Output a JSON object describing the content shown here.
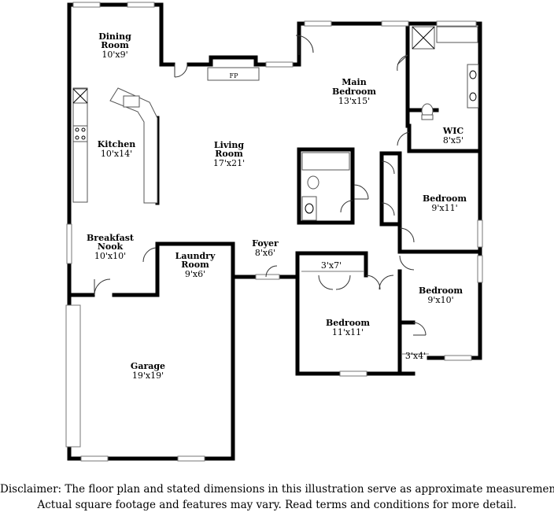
{
  "rooms": [
    {
      "id": "dining",
      "name_lines": [
        "Dining",
        "Room"
      ],
      "dims": "10'x9'"
    },
    {
      "id": "kitchen",
      "name_lines": [
        "Kitchen"
      ],
      "dims": "10'x14'"
    },
    {
      "id": "living",
      "name_lines": [
        "Living",
        "Room"
      ],
      "dims": "17'x21'"
    },
    {
      "id": "main-bedroom",
      "name_lines": [
        "Main",
        "Bedroom"
      ],
      "dims": "13'x15'"
    },
    {
      "id": "wic",
      "name_lines": [
        "WIC"
      ],
      "dims": "8'x5'"
    },
    {
      "id": "bedroom-2",
      "name_lines": [
        "Bedroom"
      ],
      "dims": "9'x11'"
    },
    {
      "id": "breakfast-nook",
      "name_lines": [
        "Breakfast",
        "Nook"
      ],
      "dims": "10'x10'"
    },
    {
      "id": "laundry",
      "name_lines": [
        "Laundry",
        "Room"
      ],
      "dims": "9'x6'"
    },
    {
      "id": "foyer",
      "name_lines": [
        "Foyer"
      ],
      "dims": "8'x6'"
    },
    {
      "id": "closet-a",
      "name_lines": [],
      "dims": "3'x7'"
    },
    {
      "id": "bedroom-3",
      "name_lines": [
        "Bedroom"
      ],
      "dims": "9'x10'"
    },
    {
      "id": "bedroom-4",
      "name_lines": [
        "Bedroom"
      ],
      "dims": "11'x11'"
    },
    {
      "id": "closet-b",
      "name_lines": [],
      "dims": "3'x4'"
    },
    {
      "id": "garage",
      "name_lines": [
        "Garage"
      ],
      "dims": "19'x19'"
    }
  ],
  "fireplace_label": "FP",
  "disclaimer": {
    "line1": "Disclaimer: The floor plan and stated dimensions in this illustration serve as approximate measurements.",
    "line2": "Actual square footage and features may vary. Read terms and conditions for more detail."
  }
}
